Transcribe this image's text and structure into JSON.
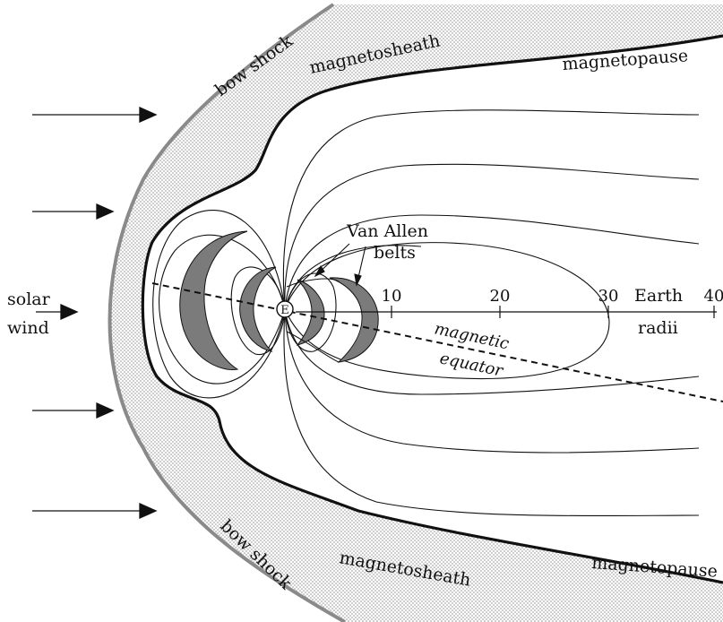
{
  "labels": {
    "bow_shock_top": "bow shock",
    "bow_shock_bottom": "bow shock",
    "magnetosheath_top": "magnetosheath",
    "magnetosheath_bottom": "magnetosheath",
    "magnetopause_top": "magnetopause",
    "magnetopause_bottom": "magnetopause",
    "solar_wind_line1": "solar",
    "solar_wind_line2": "wind",
    "van_allen_line1": "Van Allen",
    "van_allen_line2": "belts",
    "earth": "E",
    "magnetic_equator_line1": "magnetic",
    "magnetic_equator_line2": "equator",
    "axis_label_line1": "Earth",
    "axis_label_line2": "radii"
  },
  "axis": {
    "ticks": [
      10,
      20,
      30,
      40
    ]
  },
  "solar_wind_arrows": 5,
  "colors": {
    "line": "#111111",
    "bow_shock": "#8a8a8a",
    "belt_fill": "#7b7b7b",
    "sheath_dots": "#9a9a9a",
    "background": "#ffffff"
  }
}
